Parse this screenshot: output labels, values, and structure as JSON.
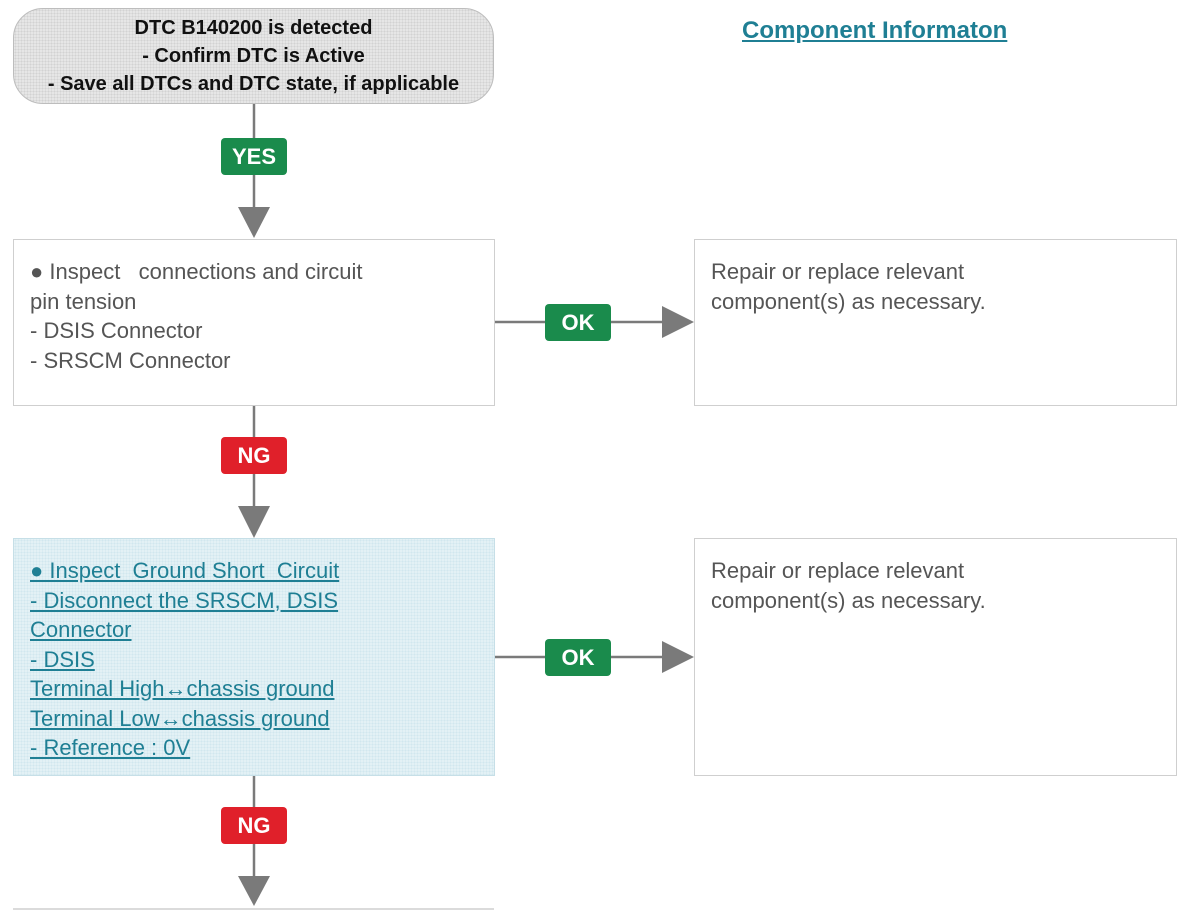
{
  "start": {
    "line1": "DTC B140200 is detected",
    "line2": "- Confirm DTC is Active",
    "line3": "- Save all DTCs and DTC state, if applicable"
  },
  "component_link": "Component Informaton",
  "labels": {
    "yes": "YES",
    "ok": "OK",
    "ng": "NG"
  },
  "step1": {
    "lines": [
      "● Inspect   connections and circuit",
      "pin tension",
      "- DSIS Connector",
      "- SRSCM Connector"
    ]
  },
  "result1": {
    "lines": [
      "Repair or replace relevant",
      "component(s) as necessary."
    ]
  },
  "step2": {
    "lines": [
      "● Inspect  Ground Short  Circuit",
      "- Disconnect the SRSCM, DSIS",
      "Connector",
      "- DSIS",
      "Terminal High↔chassis ground",
      "Terminal Low↔chassis ground",
      "- Reference : 0V"
    ]
  },
  "result2": {
    "lines": [
      "Repair or replace relevant",
      "component(s) as necessary."
    ]
  },
  "colors": {
    "ok_green": "#1a8b4c",
    "ng_red": "#e0202a",
    "link_teal": "#1f7f94",
    "arrow_gray": "#7a7a7a"
  }
}
